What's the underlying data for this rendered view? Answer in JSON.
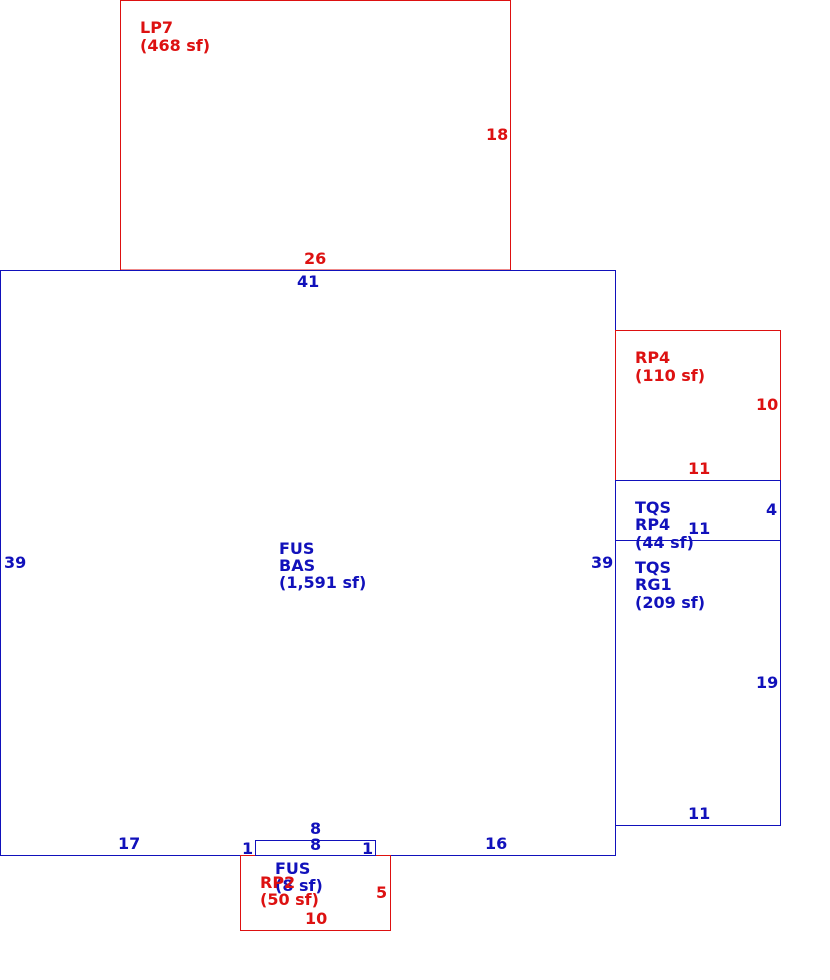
{
  "colors": {
    "red": "#dd1111",
    "blue": "#1111bb"
  },
  "areas": {
    "lp7": {
      "code": "LP7",
      "area": "(468 sf)"
    },
    "main": {
      "line1": "FUS",
      "line2": "BAS",
      "area": "(1,591 sf)"
    },
    "rp4": {
      "code": "RP4",
      "area": "(110 sf)"
    },
    "tqs_rp4": {
      "line1": "TQS",
      "line2": "RP4",
      "area": "(44 sf)"
    },
    "tqs_rg1": {
      "line1": "TQS",
      "line2": "RG1",
      "area": "(209 sf)"
    },
    "fus_small": {
      "code": "FUS",
      "area": "(8 sf)"
    },
    "rp2": {
      "code": "RP2",
      "area": "(50 sf)"
    }
  },
  "dimensions": {
    "lp7_right": "18",
    "lp7_bottom": "26",
    "main_top": "41",
    "main_left": "39",
    "main_right": "39",
    "main_bottom_left": "17",
    "main_bottom_right": "16",
    "rp4_right": "10",
    "rp4_bottom": "11",
    "tqs_rp4_right": "4",
    "tqs_rp4_bottom": "11",
    "tqs_rg1_right": "19",
    "tqs_rg1_bottom": "11",
    "fus_top": "8",
    "fus_inner": "8",
    "fus_left": "1",
    "fus_right": "1",
    "rp2_right": "5",
    "rp2_bottom": "10"
  }
}
